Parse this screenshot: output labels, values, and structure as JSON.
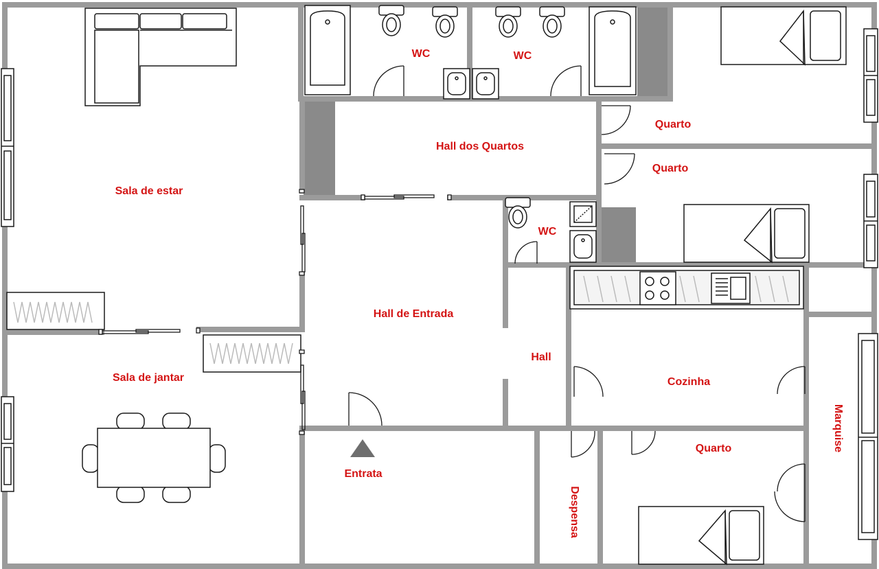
{
  "colors": {
    "wall": "#9b9b9b",
    "label": "#d41414",
    "furniture": "#1a1a1a",
    "fill_dark": "#8a8a8a",
    "background": "#ffffff"
  },
  "rooms": {
    "sala_estar": "Sala  de estar",
    "sala_jantar": "Sala  de jantar",
    "wc_1": "WC",
    "wc_2": "WC",
    "wc_3": "WC",
    "hall_quartos": "Hall dos Quartos",
    "hall_entrada": "Hall de Entrada",
    "hall": "Hall",
    "quarto_1": "Quarto",
    "quarto_2": "Quarto",
    "quarto_3": "Quarto",
    "cozinha": "Cozinha",
    "despensa": "Despensa",
    "marquise": "Marquise",
    "entrata": "Entrata"
  },
  "icons": {
    "entrance": "entrance-triangle-icon",
    "bathtub": "bathtub-icon",
    "toilet": "toilet-icon",
    "sink": "sink-icon",
    "bed": "bed-icon",
    "sofa": "sofa-icon",
    "dining_table": "dining-table-icon",
    "stove": "stove-icon",
    "window": "window-icon",
    "door": "door-icon"
  }
}
